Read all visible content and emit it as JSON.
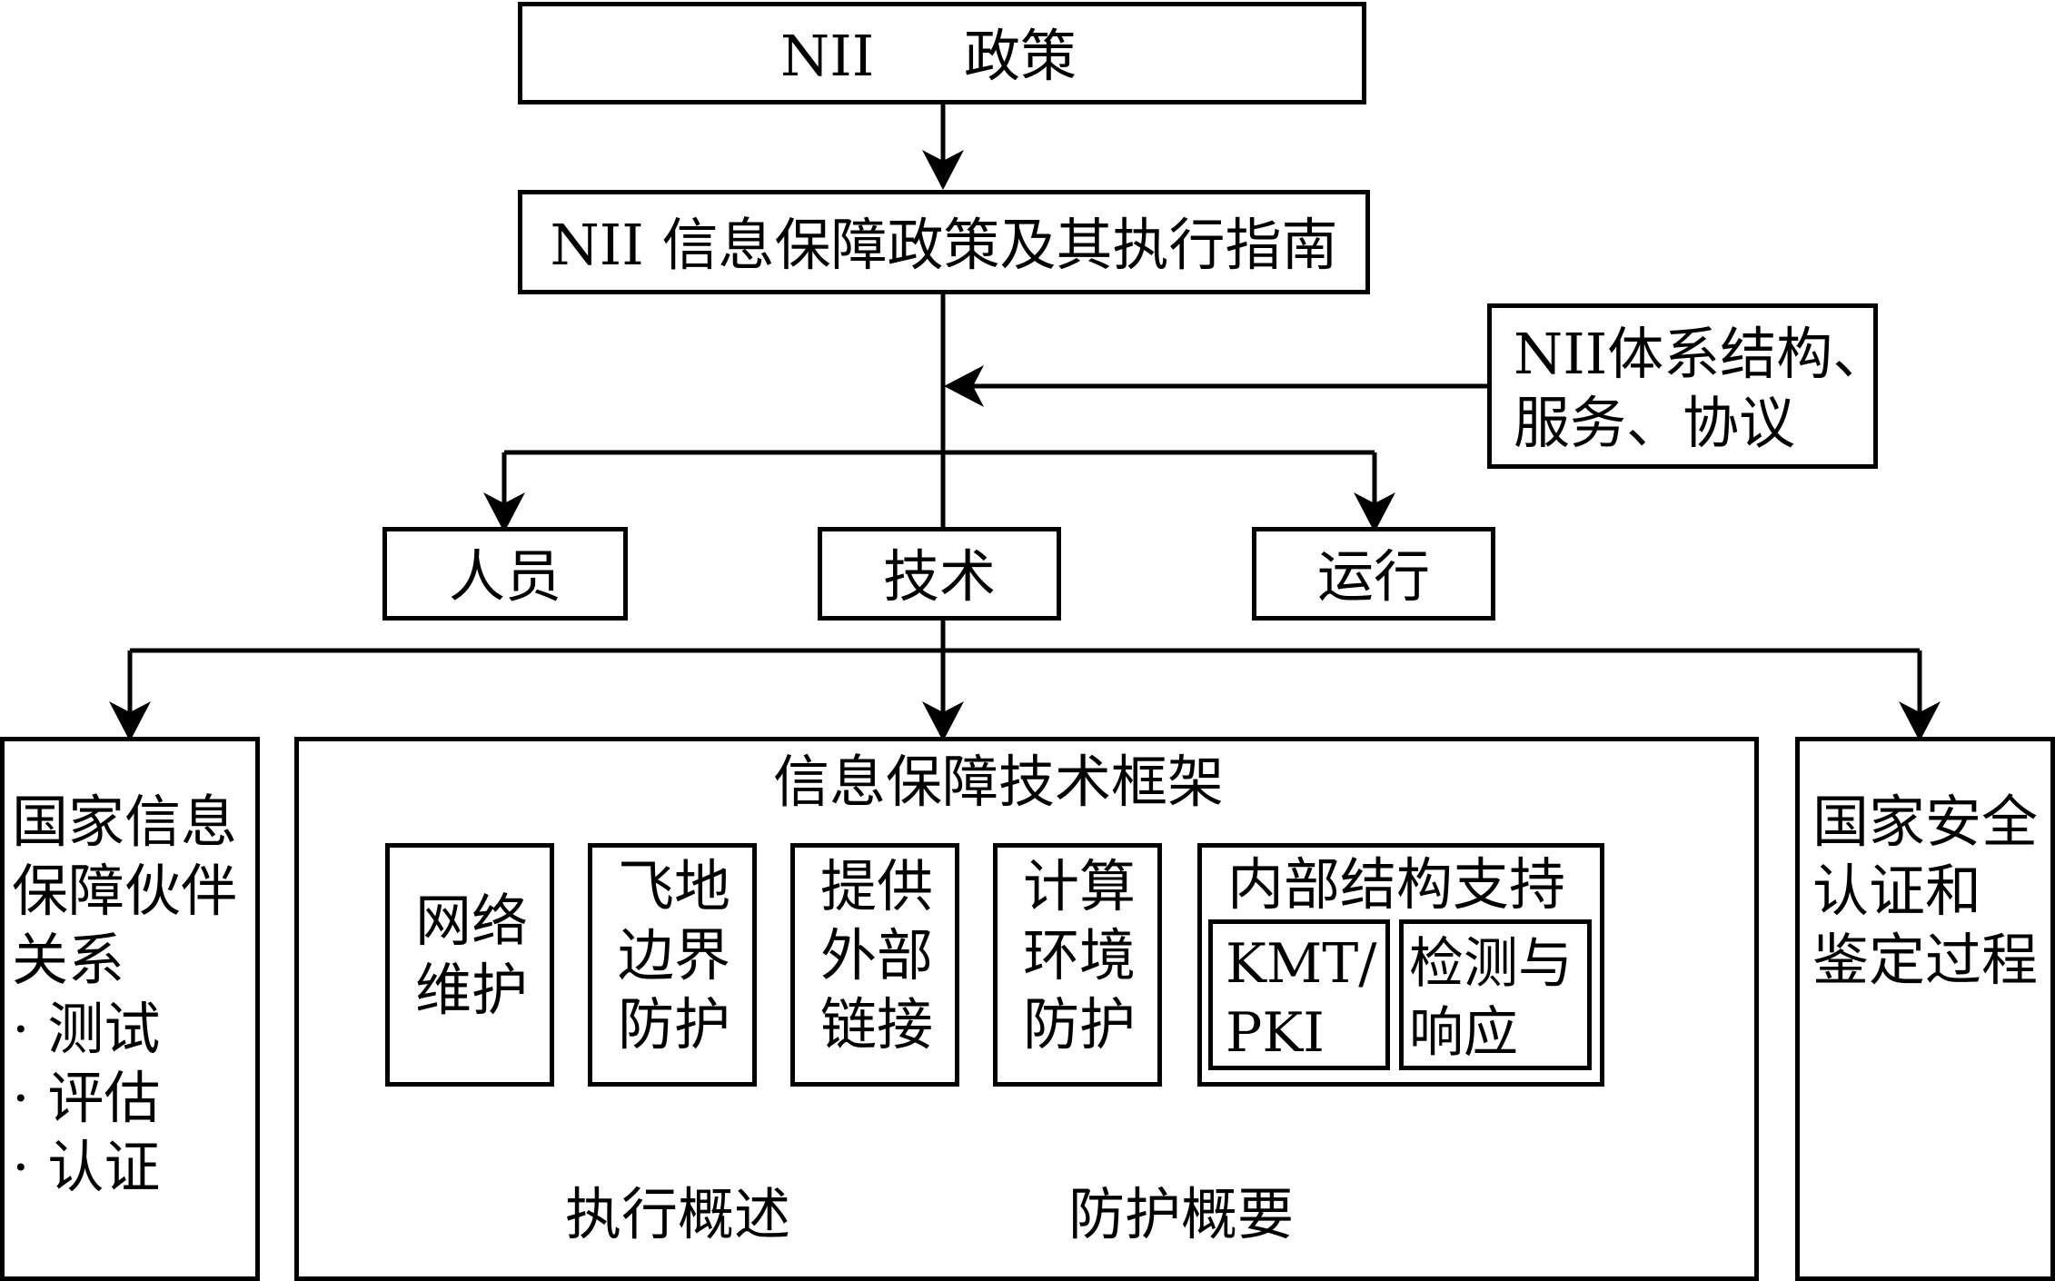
{
  "policy": {
    "prefix": "NII",
    "label": "政策"
  },
  "guide": {
    "label": "NII 信息保障政策及其执行指南"
  },
  "architecture": {
    "lines": [
      "NII体系结构、",
      "服务、协议"
    ]
  },
  "people": {
    "label": "人员"
  },
  "technology": {
    "label": "技术"
  },
  "operations": {
    "label": "运行"
  },
  "partnership": {
    "lines": [
      "国家信息",
      "保障伙伴",
      "关系"
    ],
    "bullets": [
      "· 测试",
      "· 评估",
      "· 认证"
    ]
  },
  "framework": {
    "title": "信息保障技术框架",
    "network": {
      "lines": [
        "网络",
        "维护"
      ]
    },
    "enclave": {
      "lines": [
        "飞地",
        "边界",
        "防护"
      ]
    },
    "external": {
      "lines": [
        "提供",
        "外部",
        "链接"
      ]
    },
    "computing": {
      "lines": [
        "计算",
        "环境",
        "防护"
      ]
    },
    "infrastructure": {
      "title": "内部结构支持",
      "kmt": {
        "lines": [
          "KMT/",
          "PKI"
        ]
      },
      "detect": {
        "lines": [
          "检测与",
          "响应"
        ]
      }
    },
    "exec_overview": "执行概述",
    "protection_profile": "防护概要"
  },
  "certification": {
    "lines": [
      "国家安全",
      "认证和",
      "鉴定过程"
    ]
  }
}
